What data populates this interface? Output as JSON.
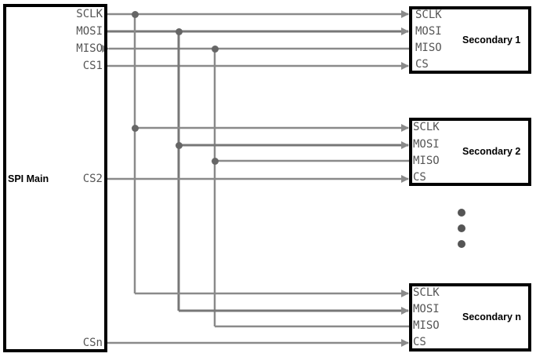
{
  "main": {
    "title": "SPI Main",
    "pins": [
      "SCLK",
      "MOSI",
      "MISO",
      "CS1",
      "CS2",
      "CSn"
    ]
  },
  "secondaries": [
    {
      "title": "Secondary 1",
      "pins": [
        "SCLK",
        "MOSI",
        "MISO",
        "CS"
      ]
    },
    {
      "title": "Secondary 2",
      "pins": [
        "SCLK",
        "MOSI",
        "MISO",
        "CS"
      ]
    },
    {
      "title": "Secondary n",
      "pins": [
        "SCLK",
        "MOSI",
        "MISO",
        "CS"
      ]
    }
  ],
  "ellipsis": "⋮",
  "colors": {
    "wire": "#8a8a8a",
    "wire_mosi": "#777777",
    "box_border": "#000000",
    "pin_text": "#555555"
  }
}
